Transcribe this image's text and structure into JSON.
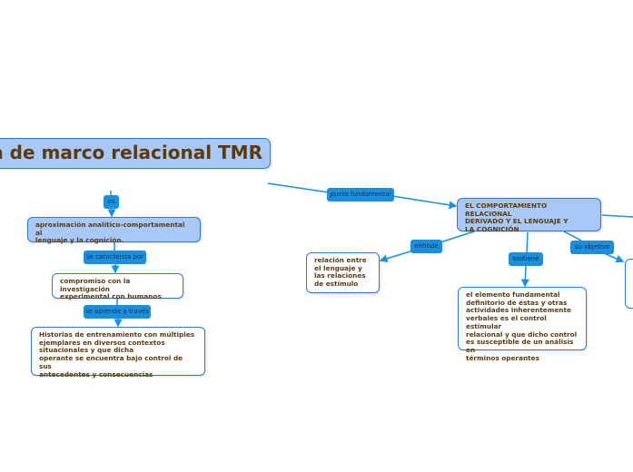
{
  "colors": {
    "link": "#1a90e0",
    "label_fill": "#1b8fdd",
    "node_border": "#2a7ad8",
    "main_node_fill": "#a8c8f8",
    "text": "#5a3a10"
  },
  "title": "ía de marco relacional TMR",
  "left_branch": {
    "label_es": "es",
    "node_aprox": "aproximación analítico-comportamental al\nlenguaje y la cognición.",
    "label_caracteriza": "se caracteriza por",
    "node_compromiso": "compromiso con la investigación\nexperimental con humanos",
    "label_aprende": "se aprende a través",
    "node_historias": "Historias  de entrenamiento con múltiples\nejemplares en diversos contextos\nsituacionales y que dicha\noperante se encuentra bajo control de sus\nantecedentes y consecuencias"
  },
  "right_branch": {
    "label_punto": "punto fundamental",
    "node_central": "EL COMPORTAMIENTO RELACIONAL\nDERIVADO Y EL LENGUAJE Y\nLA COGNICIÓN",
    "label_entinde": "entinde",
    "node_relacion": "relación entre\nel lenguaje y\nlas relaciones\nde estímulo",
    "label_sostiene": "sostiene",
    "node_elemento": "el  elemento fundamental\ndefinitorio de éstas y otras\nactividades inherentemente\nverbales es el control estimular\nrelacional y que dicho control\nes susceptible de un análisis en\ntérminos operantes",
    "label_objetivo": "su objetivo"
  }
}
